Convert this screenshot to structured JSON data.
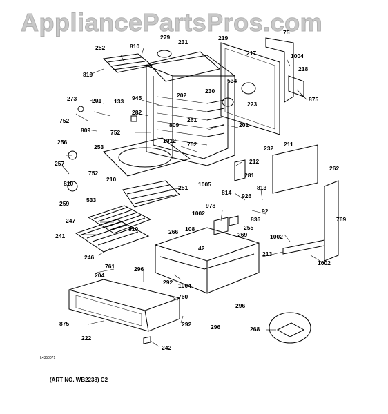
{
  "watermark": "AppliancePartsPros.com",
  "footer": {
    "code": "L4350071",
    "art_note": "(ART NO. WB2238) C2"
  },
  "callouts": [
    "75",
    "279",
    "231",
    "219",
    "252",
    "810",
    "217",
    "1004",
    "218",
    "810",
    "534",
    "875",
    "273",
    "291",
    "133",
    "945",
    "202",
    "230",
    "223",
    "752",
    "282",
    "261",
    "809",
    "201",
    "752",
    "809",
    "256",
    "1012",
    "752",
    "232",
    "211",
    "253",
    "212",
    "262",
    "257",
    "752",
    "810",
    "210",
    "281",
    "1005",
    "251",
    "814",
    "813",
    "259",
    "926",
    "92",
    "533",
    "978",
    "836",
    "769",
    "1002",
    "1002",
    "255",
    "108",
    "247",
    "266",
    "810",
    "269",
    "241",
    "42",
    "1002",
    "213",
    "246",
    "761",
    "296",
    "292",
    "1004",
    "204",
    "760",
    "296",
    "875",
    "292",
    "296",
    "222",
    "268",
    "242"
  ]
}
